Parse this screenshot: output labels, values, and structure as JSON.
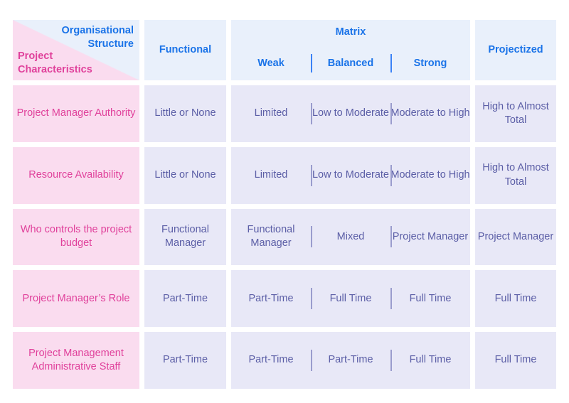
{
  "table": {
    "corner": {
      "org_label": "Organisational Structure",
      "characteristics_label": "Project Characteristics",
      "org_color": "#1a73e8",
      "characteristics_color": "#e0419b"
    },
    "columns": {
      "functional": "Functional",
      "matrix_group": "Matrix",
      "matrix_sub": [
        "Weak",
        "Balanced",
        "Strong"
      ],
      "projectized": "Projectized"
    },
    "rows": [
      {
        "characteristic": "Project Manager Authority",
        "functional": "Little or None",
        "matrix": [
          "Limited",
          "Low to Moderate",
          "Moderate to High"
        ],
        "projectized": "High to Almost Total"
      },
      {
        "characteristic": "Resource Availability",
        "functional": "Little or None",
        "matrix": [
          "Limited",
          "Low to Moderate",
          "Moderate to High"
        ],
        "projectized": "High to Almost Total"
      },
      {
        "characteristic": "Who controls the project budget",
        "functional": "Functional Manager",
        "matrix": [
          "Functional Manager",
          "Mixed",
          "Project Manager"
        ],
        "projectized": "Project Manager"
      },
      {
        "characteristic": "Project Manager’s Role",
        "functional": "Part-Time",
        "matrix": [
          "Part-Time",
          "Full Time",
          "Full Time"
        ],
        "projectized": "Full Time"
      },
      {
        "characteristic": "Project Management Administrative Staff",
        "functional": "Part-Time",
        "matrix": [
          "Part-Time",
          "Part-Time",
          "Full Time"
        ],
        "projectized": "Full Time"
      }
    ],
    "colors": {
      "header_bg": "#e9f0fb",
      "characteristic_bg": "#fadcef",
      "data_bg": "#e8e8f7",
      "header_text": "#1a73e8",
      "characteristic_text": "#e0419b",
      "data_text": "#5b5ea6",
      "divider": "#9a9ccd"
    }
  }
}
